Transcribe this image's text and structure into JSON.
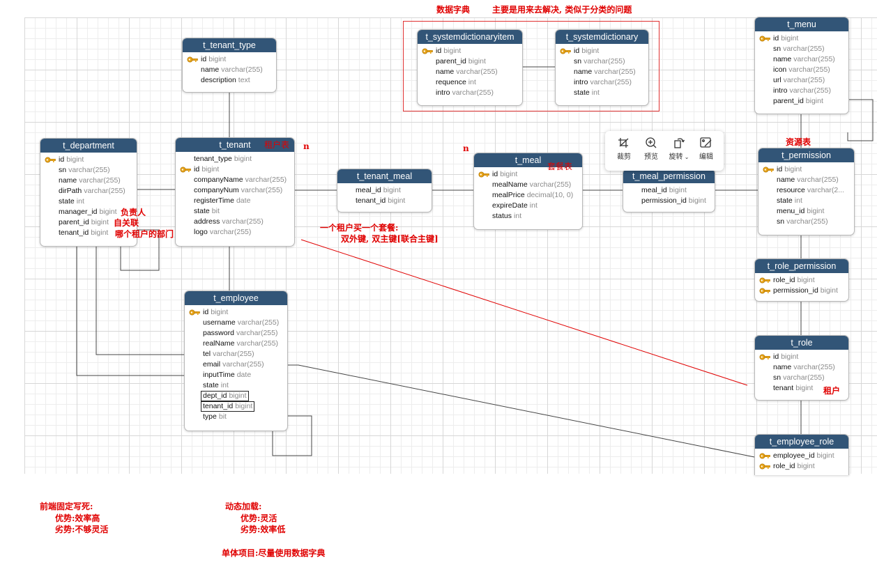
{
  "tables": {
    "t_tenant_type": {
      "title": "t_tenant_type",
      "fields": [
        {
          "name": "id",
          "type": "bigint",
          "pk": true
        },
        {
          "name": "name",
          "type": "varchar(255)"
        },
        {
          "name": "description",
          "type": "text"
        }
      ]
    },
    "t_department": {
      "title": "t_department",
      "fields": [
        {
          "name": "id",
          "type": "bigint",
          "pk": true
        },
        {
          "name": "sn",
          "type": "varchar(255)"
        },
        {
          "name": "name",
          "type": "varchar(255)"
        },
        {
          "name": "dirPath",
          "type": "varchar(255)"
        },
        {
          "name": "state",
          "type": "int"
        },
        {
          "name": "manager_id",
          "type": "bigint"
        },
        {
          "name": "parent_id",
          "type": "bigint"
        },
        {
          "name": "tenant_id",
          "type": "bigint"
        }
      ]
    },
    "t_tenant": {
      "title": "t_tenant",
      "fields": [
        {
          "name": "tenant_type",
          "type": "bigint"
        },
        {
          "name": "id",
          "type": "bigint",
          "pk": true
        },
        {
          "name": "companyName",
          "type": "varchar(255)"
        },
        {
          "name": "companyNum",
          "type": "varchar(255)"
        },
        {
          "name": "registerTime",
          "type": "date"
        },
        {
          "name": "state",
          "type": "bit"
        },
        {
          "name": "address",
          "type": "varchar(255)"
        },
        {
          "name": "logo",
          "type": "varchar(255)"
        }
      ]
    },
    "t_tenant_meal": {
      "title": "t_tenant_meal",
      "fields": [
        {
          "name": "meal_id",
          "type": "bigint"
        },
        {
          "name": "tenant_id",
          "type": "bigint"
        }
      ]
    },
    "t_meal": {
      "title": "t_meal",
      "fields": [
        {
          "name": "id",
          "type": "bigint",
          "pk": true
        },
        {
          "name": "mealName",
          "type": "varchar(255)"
        },
        {
          "name": "mealPrice",
          "type": "decimal(10, 0)"
        },
        {
          "name": "expireDate",
          "type": "int"
        },
        {
          "name": "status",
          "type": "int"
        }
      ]
    },
    "t_meal_permission": {
      "title": "t_meal_permission",
      "fields": [
        {
          "name": "meal_id",
          "type": "bigint"
        },
        {
          "name": "permission_id",
          "type": "bigint"
        }
      ]
    },
    "t_systemdictionaryitem": {
      "title": "t_systemdictionaryitem",
      "fields": [
        {
          "name": "id",
          "type": "bigint",
          "pk": true
        },
        {
          "name": "parent_id",
          "type": "bigint"
        },
        {
          "name": "name",
          "type": "varchar(255)"
        },
        {
          "name": "requence",
          "type": "int"
        },
        {
          "name": "intro",
          "type": "varchar(255)"
        }
      ]
    },
    "t_systemdictionary": {
      "title": "t_systemdictionary",
      "fields": [
        {
          "name": "id",
          "type": "bigint",
          "pk": true
        },
        {
          "name": "sn",
          "type": "varchar(255)"
        },
        {
          "name": "name",
          "type": "varchar(255)"
        },
        {
          "name": "intro",
          "type": "varchar(255)"
        },
        {
          "name": "state",
          "type": "int"
        }
      ]
    },
    "t_menu": {
      "title": "t_menu",
      "fields": [
        {
          "name": "id",
          "type": "bigint",
          "pk": true
        },
        {
          "name": "sn",
          "type": "varchar(255)"
        },
        {
          "name": "name",
          "type": "varchar(255)"
        },
        {
          "name": "icon",
          "type": "varchar(255)"
        },
        {
          "name": "url",
          "type": "varchar(255)"
        },
        {
          "name": "intro",
          "type": "varchar(255)"
        },
        {
          "name": "parent_id",
          "type": "bigint"
        }
      ]
    },
    "t_permission": {
      "title": "t_permission",
      "fields": [
        {
          "name": "id",
          "type": "bigint",
          "pk": true
        },
        {
          "name": "name",
          "type": "varchar(255)"
        },
        {
          "name": "resource",
          "type": "varchar(2..."
        },
        {
          "name": "state",
          "type": "int"
        },
        {
          "name": "menu_id",
          "type": "bigint"
        },
        {
          "name": "sn",
          "type": "varchar(255)"
        }
      ]
    },
    "t_role_permission": {
      "title": "t_role_permission",
      "fields": [
        {
          "name": "role_id",
          "type": "bigint",
          "pk": true
        },
        {
          "name": "permission_id",
          "type": "bigint",
          "pk": true
        }
      ]
    },
    "t_role": {
      "title": "t_role",
      "fields": [
        {
          "name": "id",
          "type": "bigint",
          "pk": true
        },
        {
          "name": "name",
          "type": "varchar(255)"
        },
        {
          "name": "sn",
          "type": "varchar(255)"
        },
        {
          "name": "tenant",
          "type": "bigint"
        }
      ]
    },
    "t_employee": {
      "title": "t_employee",
      "fields": [
        {
          "name": "id",
          "type": "bigint",
          "pk": true
        },
        {
          "name": "username",
          "type": "varchar(255)"
        },
        {
          "name": "password",
          "type": "varchar(255)"
        },
        {
          "name": "realName",
          "type": "varchar(255)"
        },
        {
          "name": "tel",
          "type": "varchar(255)"
        },
        {
          "name": "email",
          "type": "varchar(255)"
        },
        {
          "name": "inputTime",
          "type": "date"
        },
        {
          "name": "state",
          "type": "int"
        },
        {
          "name": "dept_id",
          "type": "bigint",
          "boxed": true
        },
        {
          "name": "tenant_id",
          "type": "bigint",
          "boxed": true
        },
        {
          "name": "type",
          "type": "bit"
        }
      ]
    },
    "t_employee_role": {
      "title": "t_employee_role",
      "fields": [
        {
          "name": "employee_id",
          "type": "bigint",
          "pk": true
        },
        {
          "name": "role_id",
          "type": "bigint",
          "pk": true
        }
      ]
    }
  },
  "annotations": {
    "dict_title": "数据字典",
    "dict_desc": "主要是用来去解决, 类似于分类的问题",
    "tenant_table": "租户表",
    "meal_table": "套餐表",
    "resource_table": "资源表",
    "n_left": "n",
    "n_right": "n",
    "manager": "负责人",
    "self_join": "自关联",
    "dept_tenant": "哪个租户的部门",
    "meal_note_1": "一个租户买一个套餐:",
    "meal_note_2": "双外键, 双主键[联合主键]",
    "role_tenant": "租户",
    "frontend_title": "前端固定写死:",
    "frontend_pro": "优势:效率高",
    "frontend_con": "劣势:不够灵活",
    "dynamic_title": "动态加载:",
    "dynamic_pro": "优势:灵活",
    "dynamic_con": "劣势:效率低",
    "single_project": "单体项目:尽量使用数据字典"
  },
  "toolbar": {
    "crop": "裁剪",
    "preview": "预览",
    "rotate": "旋转",
    "edit": "编辑"
  },
  "colors": {
    "header": "#325577",
    "annotation": "#e00000",
    "key": "#e8a417"
  }
}
